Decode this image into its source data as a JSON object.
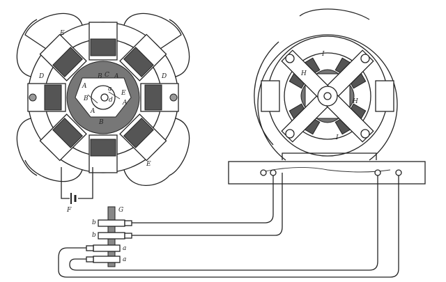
{
  "figure": {
    "left_motor_labels": {
      "E_top": "E",
      "E_bottom": "E",
      "D_left": "D",
      "D_right": "D",
      "B_top": "B",
      "C": "C",
      "A_top": "A",
      "A_left": "A",
      "A_right": "A",
      "A_bottom": "A",
      "B_left": "B",
      "B_bottom": "B",
      "E_small": "E",
      "a": "a",
      "d": "d"
    },
    "battery_label": "F",
    "commutator_labels": {
      "G": "G",
      "b1": "b",
      "b2": "b",
      "a1": "a",
      "a2": "a"
    },
    "right_motor_labels": {
      "H_left": "H",
      "H_right": "H",
      "I_top": "I",
      "I_bottom": "I"
    }
  }
}
